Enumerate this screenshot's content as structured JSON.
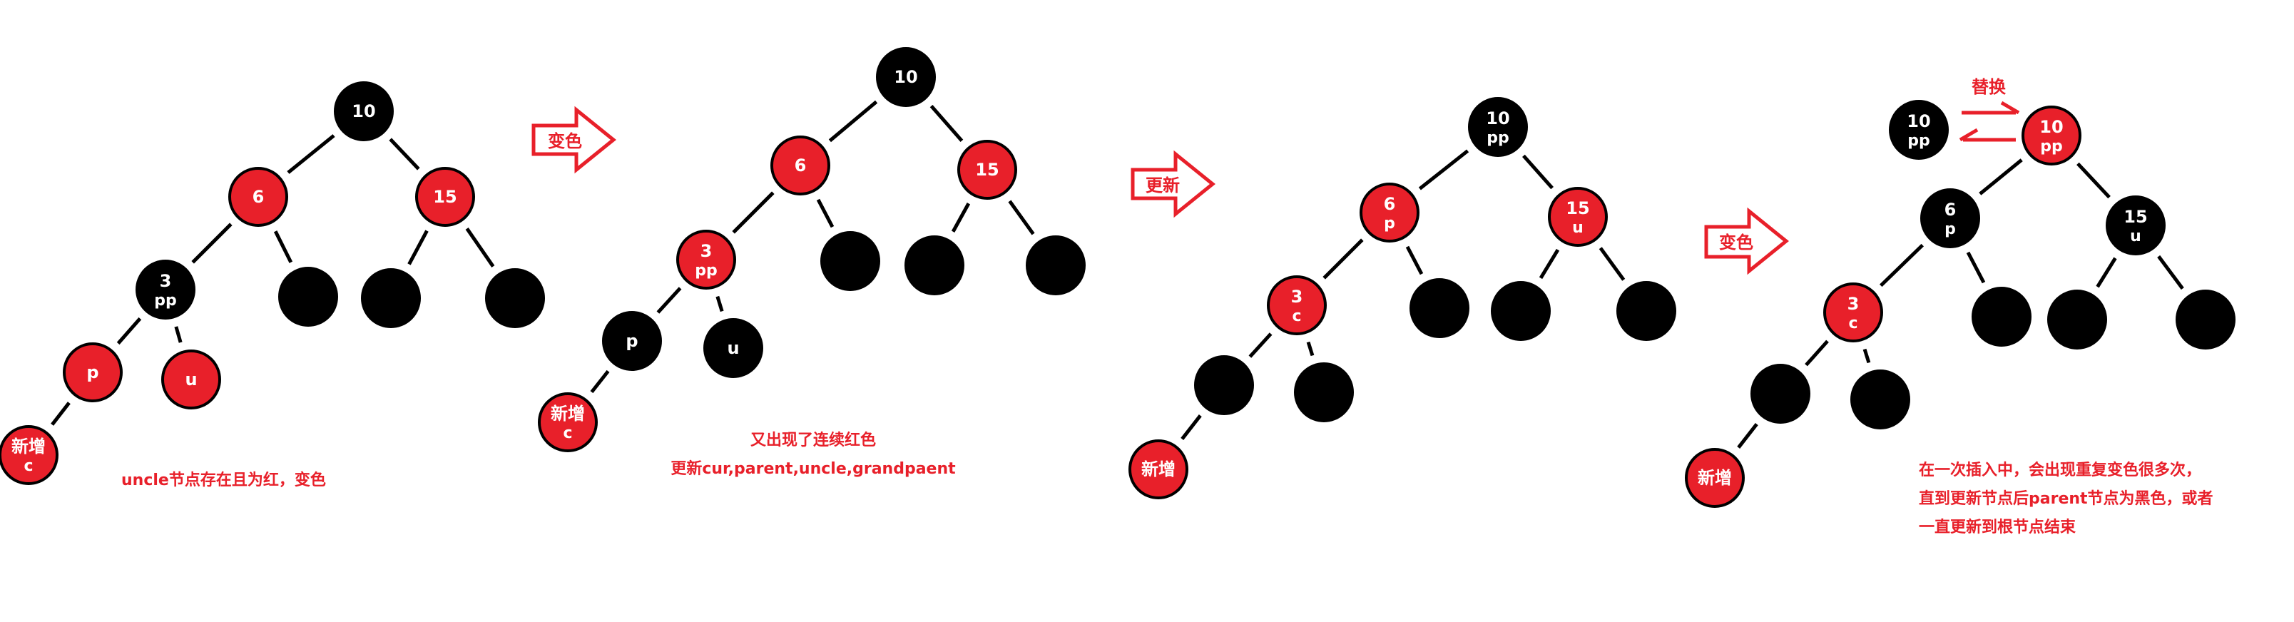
{
  "colors": {
    "red": "#e8202a",
    "black": "#000000",
    "white": "#ffffff"
  },
  "captions": {
    "step1": "uncle节点存在且为红，变色",
    "step2_line1": "又出现了连续红色",
    "step2_line2": "更新cur,parent,uncle,grandpaent",
    "step4_line1": "在一次插入中，会出现重复变色很多次，",
    "step4_line2": "直到更新节点后parent节点为黑色，或者",
    "step4_line3": "一直更新到根节点结束"
  },
  "arrows": {
    "a1": "变色",
    "a2": "更新",
    "a3": "变色",
    "swap": "替换"
  },
  "trees": [
    {
      "nodes": [
        {
          "id": "n10",
          "color": "black",
          "l1": "10",
          "l2": ""
        },
        {
          "id": "n6",
          "color": "red",
          "l1": "6",
          "l2": ""
        },
        {
          "id": "n15",
          "color": "red",
          "l1": "15",
          "l2": ""
        },
        {
          "id": "n3",
          "color": "black",
          "l1": "3",
          "l2": "pp"
        },
        {
          "id": "b1",
          "color": "black",
          "l1": "",
          "l2": ""
        },
        {
          "id": "b2",
          "color": "black",
          "l1": "",
          "l2": ""
        },
        {
          "id": "b3",
          "color": "black",
          "l1": "",
          "l2": ""
        },
        {
          "id": "p",
          "color": "red",
          "l1": "p",
          "l2": ""
        },
        {
          "id": "u",
          "color": "red",
          "l1": "u",
          "l2": ""
        },
        {
          "id": "new",
          "color": "red",
          "l1": "新增",
          "l2": "c"
        }
      ]
    },
    {
      "nodes": [
        {
          "id": "n10",
          "color": "black",
          "l1": "10",
          "l2": ""
        },
        {
          "id": "n6",
          "color": "red",
          "l1": "6",
          "l2": ""
        },
        {
          "id": "n15",
          "color": "red",
          "l1": "15",
          "l2": ""
        },
        {
          "id": "n3",
          "color": "red",
          "l1": "3",
          "l2": "pp"
        },
        {
          "id": "b1",
          "color": "black",
          "l1": "",
          "l2": ""
        },
        {
          "id": "b2",
          "color": "black",
          "l1": "",
          "l2": ""
        },
        {
          "id": "b3",
          "color": "black",
          "l1": "",
          "l2": ""
        },
        {
          "id": "p",
          "color": "black",
          "l1": "p",
          "l2": ""
        },
        {
          "id": "u",
          "color": "black",
          "l1": "u",
          "l2": ""
        },
        {
          "id": "new",
          "color": "red",
          "l1": "新增",
          "l2": "c"
        }
      ]
    },
    {
      "nodes": [
        {
          "id": "n10",
          "color": "black",
          "l1": "10",
          "l2": "pp"
        },
        {
          "id": "n6",
          "color": "red",
          "l1": "6",
          "l2": "p"
        },
        {
          "id": "n15",
          "color": "red",
          "l1": "15",
          "l2": "u"
        },
        {
          "id": "n3",
          "color": "red",
          "l1": "3",
          "l2": "c"
        },
        {
          "id": "b1",
          "color": "black",
          "l1": "",
          "l2": ""
        },
        {
          "id": "b2",
          "color": "black",
          "l1": "",
          "l2": ""
        },
        {
          "id": "b3",
          "color": "black",
          "l1": "",
          "l2": ""
        },
        {
          "id": "p",
          "color": "black",
          "l1": "",
          "l2": ""
        },
        {
          "id": "u",
          "color": "black",
          "l1": "",
          "l2": ""
        },
        {
          "id": "new",
          "color": "red",
          "l1": "新增",
          "l2": ""
        }
      ]
    },
    {
      "nodes": [
        {
          "id": "old10",
          "color": "black",
          "l1": "10",
          "l2": "pp"
        },
        {
          "id": "n10",
          "color": "red",
          "l1": "10",
          "l2": "pp"
        },
        {
          "id": "n6",
          "color": "black",
          "l1": "6",
          "l2": "p"
        },
        {
          "id": "n15",
          "color": "black",
          "l1": "15",
          "l2": "u"
        },
        {
          "id": "n3",
          "color": "red",
          "l1": "3",
          "l2": "c"
        },
        {
          "id": "b1",
          "color": "black",
          "l1": "",
          "l2": ""
        },
        {
          "id": "b2",
          "color": "black",
          "l1": "",
          "l2": ""
        },
        {
          "id": "b3",
          "color": "black",
          "l1": "",
          "l2": ""
        },
        {
          "id": "p",
          "color": "black",
          "l1": "",
          "l2": ""
        },
        {
          "id": "u",
          "color": "black",
          "l1": "",
          "l2": ""
        },
        {
          "id": "new",
          "color": "red",
          "l1": "新增",
          "l2": ""
        }
      ]
    }
  ]
}
